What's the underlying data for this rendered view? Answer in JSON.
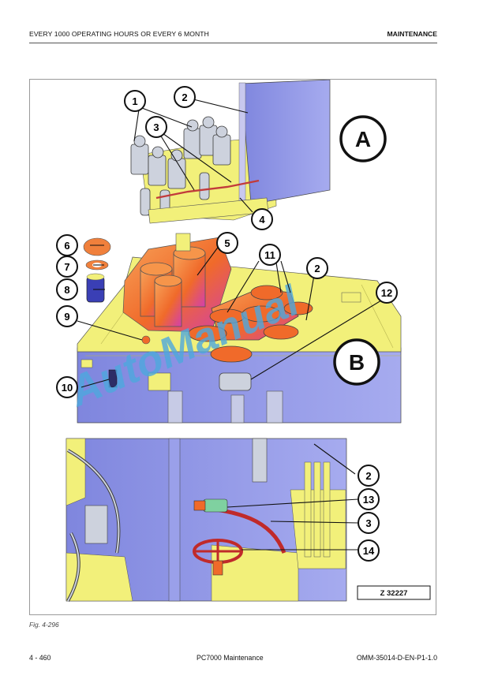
{
  "header": {
    "left": "EVERY 1000 OPERATING HOURS OR EVERY 6 MONTH",
    "right": "MAINTENANCE"
  },
  "figure": {
    "views": {
      "a": "A",
      "b": "B"
    },
    "callouts": {
      "c1": "1",
      "c2a": "2",
      "c3a": "3",
      "c4": "4",
      "c5": "5",
      "c6": "6",
      "c7": "7",
      "c8": "8",
      "c9": "9",
      "c10": "10",
      "c11": "11",
      "c2b": "2",
      "c12": "12",
      "c2c": "2",
      "c13": "13",
      "c3b": "3",
      "c14": "14"
    },
    "ref": "Z 32227",
    "watermark": "AutoManual",
    "colors": {
      "yellow": "#f2f07a",
      "blue": "#8d93e6",
      "orange": "#f06a2a",
      "magenta": "#d23fae",
      "watermark": "#4ea8de"
    }
  },
  "caption": "Fig. 4-296",
  "footer": {
    "page": "4 - 460",
    "title": "PC7000 Maintenance",
    "doc": "OMM-35014-D-EN-P1-1.0"
  }
}
